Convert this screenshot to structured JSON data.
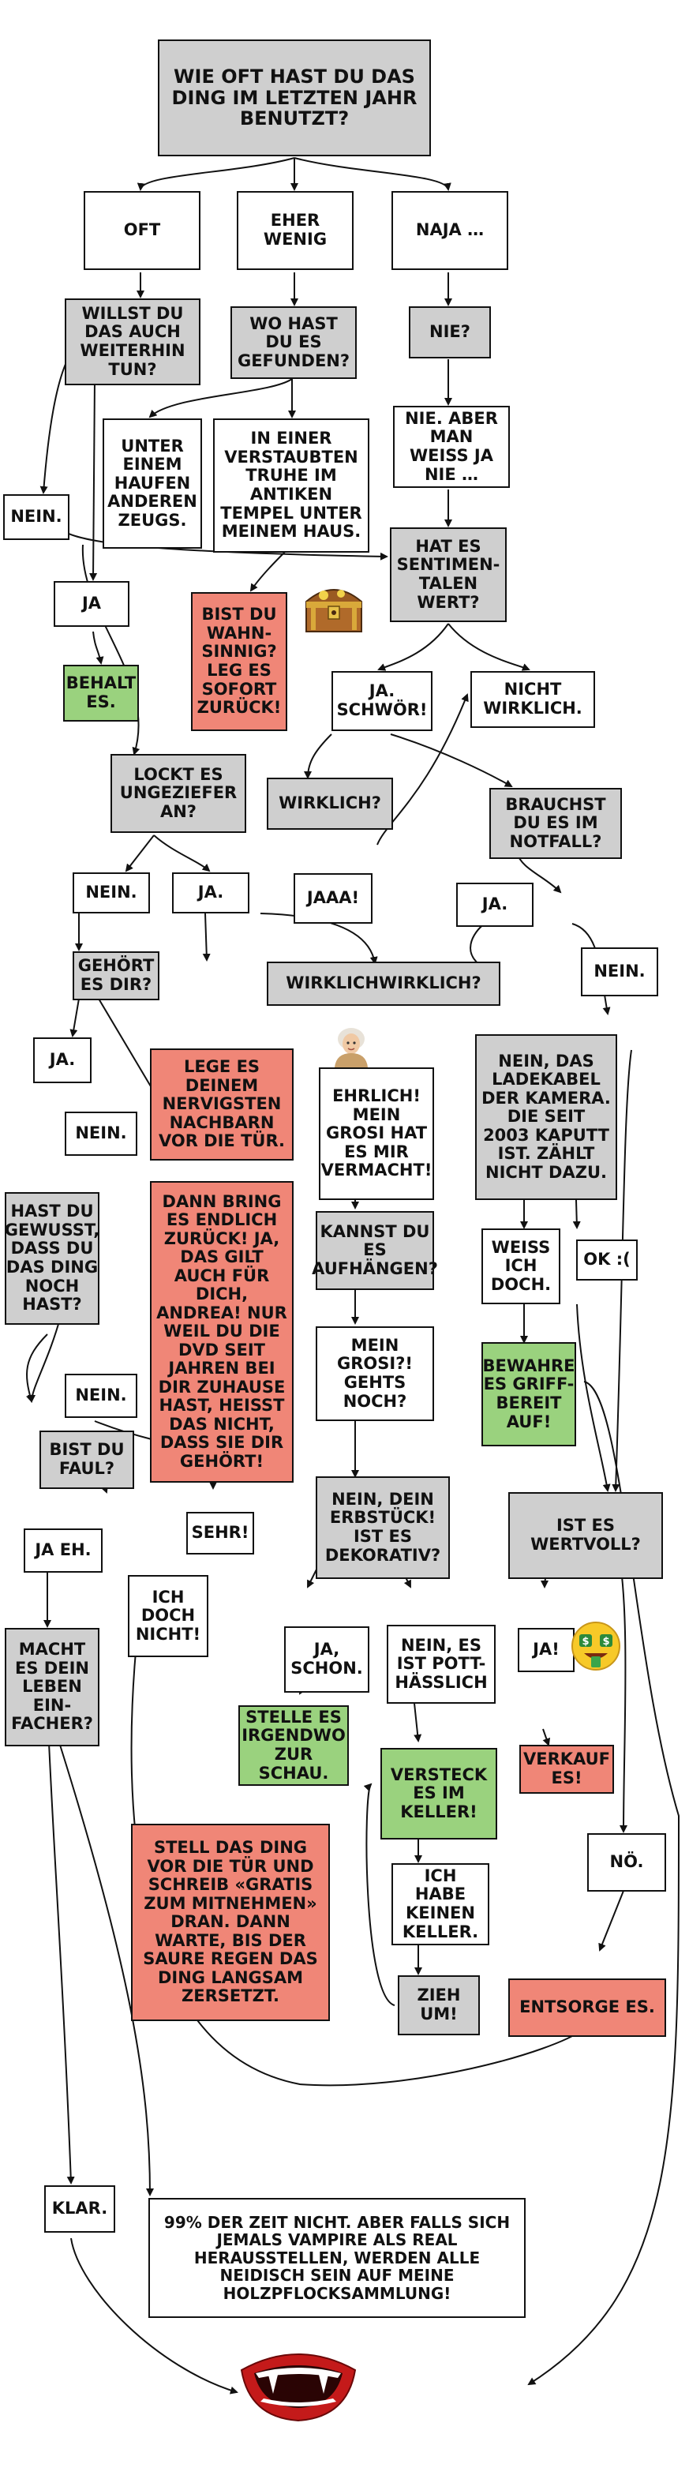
{
  "nodes": {
    "q_start": "WIE OFT HAST DU DAS DING IM LETZTEN JAHR BENUTZT?",
    "oft": "OFT",
    "eher_wenig": "EHER WENIG",
    "naja": "NAJA …",
    "willst": "WILLST DU DAS AUCH WEITERHIN TUN?",
    "wo_gefunden": "WO HAST DU ES GEFUNDEN?",
    "nie_q": "NIE?",
    "unter_haufen": "UNTER EINEM HAUFEN ANDEREN ZEUGS.",
    "truhe": "IN EINER VERSTAUBTEN TRUHE IM ANTIKEN TEMPEL UNTER MEINEM HAUS.",
    "nie_aber": "NIE. ABER MAN WEISS JA NIE …",
    "nein_1": "NEIN.",
    "sentimental": "HAT ES SENTIMEN-TALEN WERT?",
    "ja_1": "JA",
    "wahnsinnig": "BIST DU WAHN-SINNIG? LEG ES SOFORT ZURÜCK!",
    "behalt": "BEHALT ES.",
    "ja_schwoer": "JA. SCHWÖR!",
    "nicht_wirklich": "NICHT WIRKLICH.",
    "lockt": "LOCKT ES UNGEZIEFER AN?",
    "wirklich": "WIRKLICH?",
    "brauchst": "BRAUCHST DU ES IM NOTFALL?",
    "nein_2": "NEIN.",
    "ja_2": "JA.",
    "jaaa": "JAAA!",
    "ja_3": "JA.",
    "nein_3": "NEIN.",
    "gehoert": "GEHÖRT ES DIR?",
    "wirklichwirklich": "WIRKLICHWIRKLICH?",
    "ja_4": "JA.",
    "nachbarn": "LEGE ES DEINEM NERVIGSTEN NACHBARN VOR DIE TÜR.",
    "ehrlich": "EHRLICH! MEIN GROSI HAT ES MIR VERMACHT!",
    "ladekabel": "NEIN, DAS LADEKABEL DER KAMERA. DIE SEIT 2003 KAPUTT IST. ZÄHLT NICHT DAZU.",
    "nein_4": "NEIN.",
    "dann_bring": "DANN BRING ES ENDLICH ZURÜCK! JA, DAS GILT AUCH FÜR DICH, ANDREA! NUR WEIL DU DIE DVD SEIT JAHREN BEI DIR ZUHAUSE HAST, HEISST DAS NICHT, DASS SIE DIR GEHÖRT!",
    "vergessen": "HAST DU GEWUSST, DASS DU DAS DING NOCH HAST?",
    "aufhaengen": "KANNST DU ES AUFHÄNGEN?",
    "weiss_ich": "WEISS ICH DOCH.",
    "ok": "OK :(",
    "nein_5": "NEIN.",
    "grosi_geht": "MEIN GROSI?! GEHTS NOCH?",
    "griffbereit": "BEWAHRE ES GRIFF-BEREIT AUF!",
    "faul": "BIST DU FAUL?",
    "sehr": "SEHR!",
    "erbstueck": "NEIN, DEIN ERBSTÜCK! IST ES DEKORATIV?",
    "wertvoll": "IST ES WERTVOLL?",
    "ja_eh": "JA EH.",
    "doch_nicht": "ICH DOCH NICHT!",
    "ja_schon": "JA, SCHON.",
    "potthaesslich": "NEIN, ES IST POTT-HÄSSLICH",
    "ja_5": "JA!",
    "leben": "MACHT ES DEIN LEBEN EIN-FACHER?",
    "schau": "STELLE ES IRGENDWO ZUR SCHAU.",
    "keller": "VERSTECK ES IM KELLER!",
    "verkauf": "VERKAUF ES!",
    "gratis": "STELL DAS DING VOR DIE TÜR UND SCHREIB «GRATIS ZUM MITNEHMEN» DRAN. DANN WARTE, BIS DER SAURE REGEN DAS DING LANGSAM ZERSETZT.",
    "kein_keller": "ICH HABE KEINEN KELLER.",
    "noe": "NÖ.",
    "zieh_um": "ZIEH UM!",
    "entsorge": "ENTSORGE ES.",
    "klar": "KLAR.",
    "vampire": "99% DER ZEIT NICHT. ABER FALLS SICH JEMALS VAMPIRE ALS REAL HERAUSSTELLEN, WERDEN ALLE NEIDISCH SEIN AUF MEINE HOLZPFLOCKSAMMLUNG!"
  },
  "icons": {
    "treasure": "treasure-chest-icon",
    "grandma": "grandma-photo-icon",
    "money": "money-face-emoji-icon",
    "vampire": "vampire-mouth-icon"
  },
  "colors": {
    "grey": "#cfcfcf",
    "green": "#9ad27e",
    "red": "#f08677",
    "line": "#111111"
  }
}
